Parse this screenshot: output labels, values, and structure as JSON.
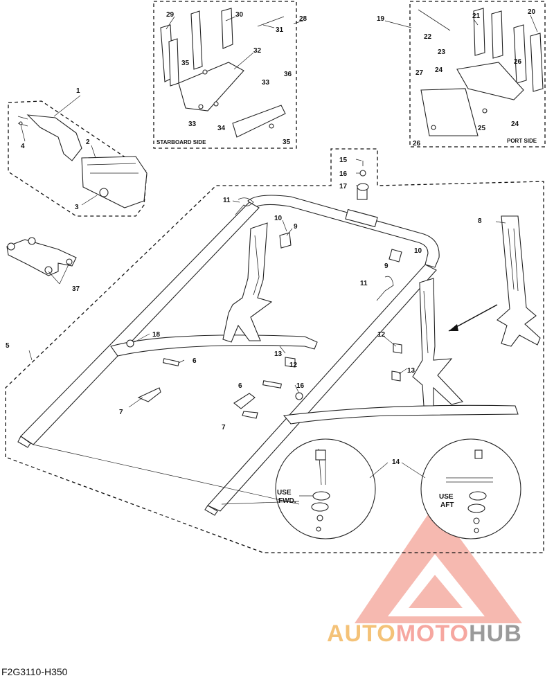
{
  "diagram": {
    "callouts": [
      "1",
      "2",
      "3",
      "4",
      "5",
      "6",
      "7",
      "8",
      "9",
      "10",
      "11",
      "12",
      "13",
      "14",
      "15",
      "16",
      "17",
      "18",
      "19",
      "20",
      "21",
      "22",
      "23",
      "24",
      "25",
      "26",
      "27",
      "28",
      "29",
      "30",
      "31",
      "32",
      "33",
      "34",
      "35",
      "36",
      "37"
    ],
    "starboard_label": "STARBOARD SIDE",
    "port_label": "PORT SIDE",
    "use_fwd_line1": "USE",
    "use_fwd_line2": "FWD.",
    "use_aft_line1": "USE",
    "use_aft_line2": "AFT"
  },
  "footer": {
    "code": "F2G3110-H350"
  },
  "watermark": {
    "part1": "AUTO",
    "part2": "MOTO",
    "part3": "HUB"
  },
  "colors": {
    "watermark_orange": "#f4c278",
    "watermark_red": "#f6a7a0",
    "watermark_gray": "#9a9a9a"
  }
}
